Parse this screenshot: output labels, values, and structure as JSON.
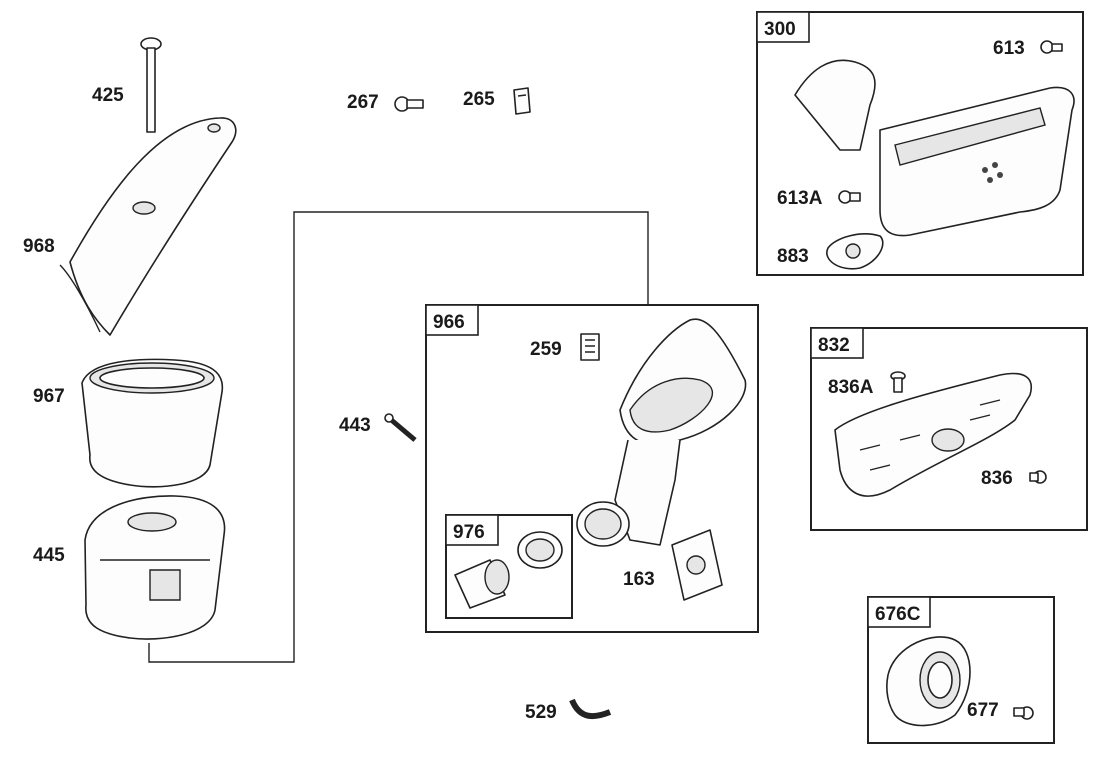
{
  "parts": [
    {
      "id": "425",
      "label": "425"
    },
    {
      "id": "267",
      "label": "267"
    },
    {
      "id": "265",
      "label": "265"
    },
    {
      "id": "968",
      "label": "968"
    },
    {
      "id": "967",
      "label": "967"
    },
    {
      "id": "445",
      "label": "445"
    },
    {
      "id": "443",
      "label": "443"
    },
    {
      "id": "259",
      "label": "259"
    },
    {
      "id": "163",
      "label": "163"
    },
    {
      "id": "529",
      "label": "529"
    },
    {
      "id": "613",
      "label": "613"
    },
    {
      "id": "613A",
      "label": "613A"
    },
    {
      "id": "883",
      "label": "883"
    },
    {
      "id": "836A",
      "label": "836A"
    },
    {
      "id": "836",
      "label": "836"
    },
    {
      "id": "677",
      "label": "677"
    }
  ],
  "assemblies": [
    {
      "id": "300",
      "label": "300"
    },
    {
      "id": "966",
      "label": "966"
    },
    {
      "id": "976",
      "label": "976"
    },
    {
      "id": "832",
      "label": "832"
    },
    {
      "id": "676C",
      "label": "676C"
    }
  ]
}
